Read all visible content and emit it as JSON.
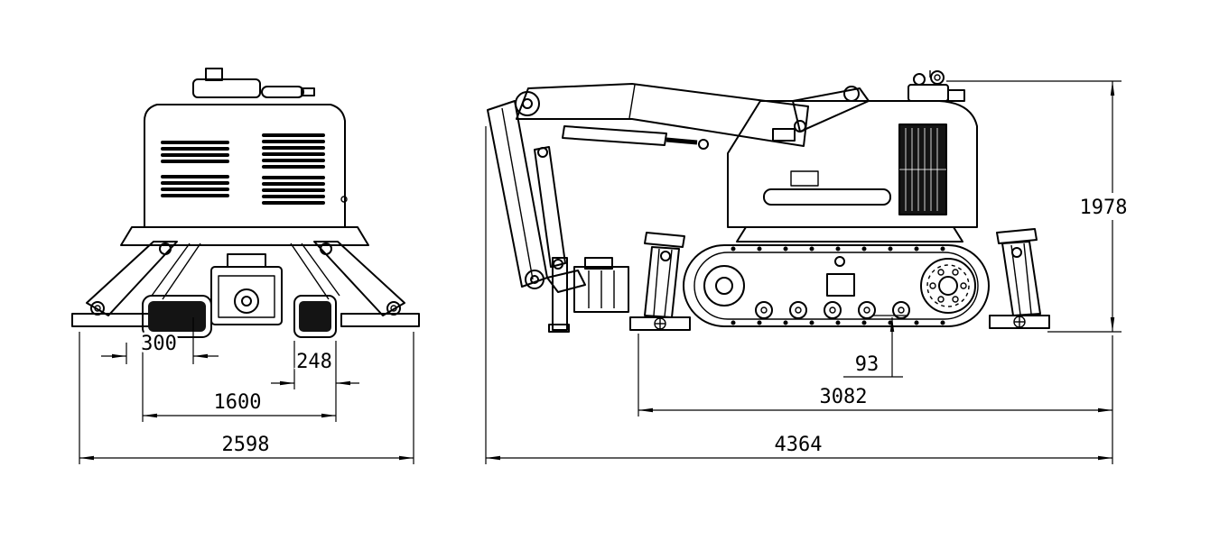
{
  "views": {
    "front": {
      "dimensions": {
        "offset_300": "300",
        "track_width_248": "248",
        "track_gauge_1600": "1600",
        "overall_width_2598": "2598"
      }
    },
    "side": {
      "dimensions": {
        "overall_height_1978": "1978",
        "ground_clearance_93": "93",
        "track_length_3082": "3082",
        "overall_length_4364": "4364"
      }
    }
  },
  "colors": {
    "line": "#000000",
    "background": "#ffffff",
    "dark_fill": "#141414"
  }
}
